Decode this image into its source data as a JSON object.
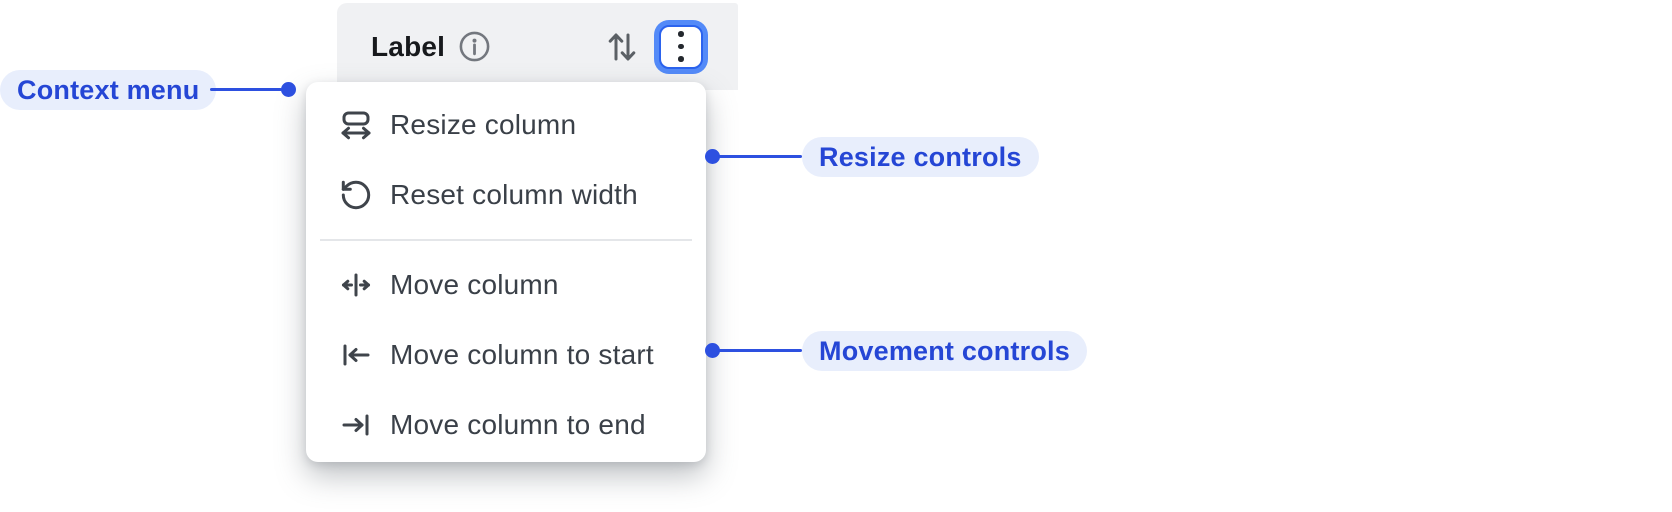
{
  "header": {
    "label": "Label",
    "icons": {
      "info": "info-icon",
      "sort": "sort-arrows-icon",
      "more": "kebab-menu-icon"
    }
  },
  "menu": {
    "groups": [
      {
        "name": "resize-controls",
        "items": [
          {
            "label": "Resize column",
            "icon": "resize-horizontal-icon"
          },
          {
            "label": "Reset column width",
            "icon": "rotate-ccw-icon"
          }
        ]
      },
      {
        "name": "movement-controls",
        "items": [
          {
            "label": "Move column",
            "icon": "move-column-icon"
          },
          {
            "label": "Move column to start",
            "icon": "move-to-start-icon"
          },
          {
            "label": "Move column to end",
            "icon": "move-to-end-icon"
          }
        ]
      }
    ]
  },
  "annotations": {
    "context_menu": {
      "label": "Context menu"
    },
    "resize_controls": {
      "label": "Resize controls"
    },
    "movement_controls": {
      "label": "Movement controls"
    }
  },
  "colors": {
    "accent_blue": "#2546d5",
    "annotation_pill_bg": "#e8eefc",
    "connector_blue": "#2d50e0",
    "header_bg": "#f0f1f3",
    "header_text": "#17191c",
    "menu_bg": "#ffffff",
    "menu_text": "#3a4048",
    "icon_gray": "#5b6065",
    "focus_ring": "#538af8",
    "focus_border": "#2b63ee",
    "divider": "#e4e6e9"
  }
}
